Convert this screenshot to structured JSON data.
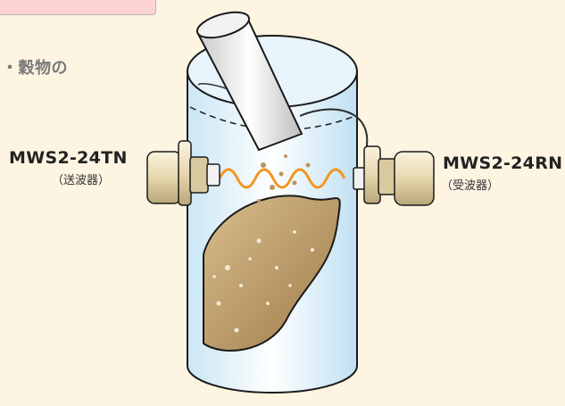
{
  "caption": "・穀物の",
  "transmitter": {
    "model": "MWS2-24TN",
    "role": "（送波器）"
  },
  "receiver": {
    "model": "MWS2-24RN",
    "role": "（受波器）"
  }
}
